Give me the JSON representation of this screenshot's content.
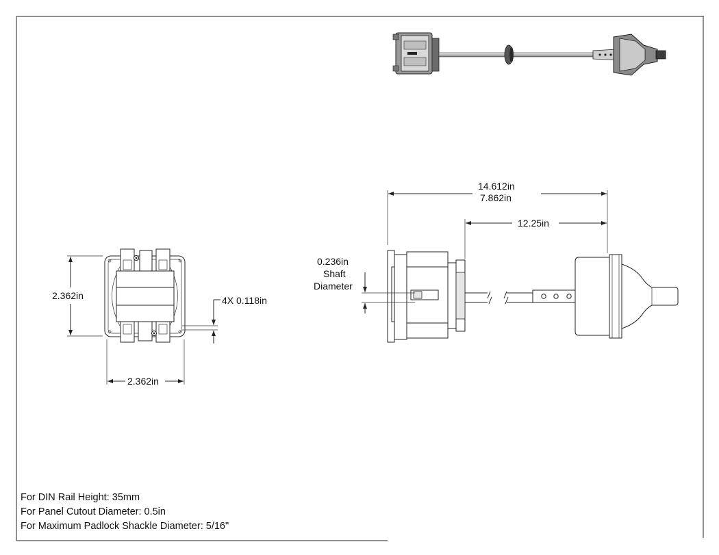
{
  "dimensions": {
    "front_height": "2.362in",
    "front_width": "2.362in",
    "hole_callout": "4X 0.118in",
    "overall_length_max": "14.612in",
    "overall_length_min": "7.862in",
    "shaft_length": "12.25in",
    "shaft_diameter_value": "0.236in",
    "shaft_diameter_line1": "Shaft",
    "shaft_diameter_line2": "Diameter"
  },
  "notes": [
    "For DIN Rail Height: 35mm",
    "For Panel Cutout Diameter: 0.5in",
    "For Maximum Padlock Shackle Diameter: 5/16\""
  ]
}
